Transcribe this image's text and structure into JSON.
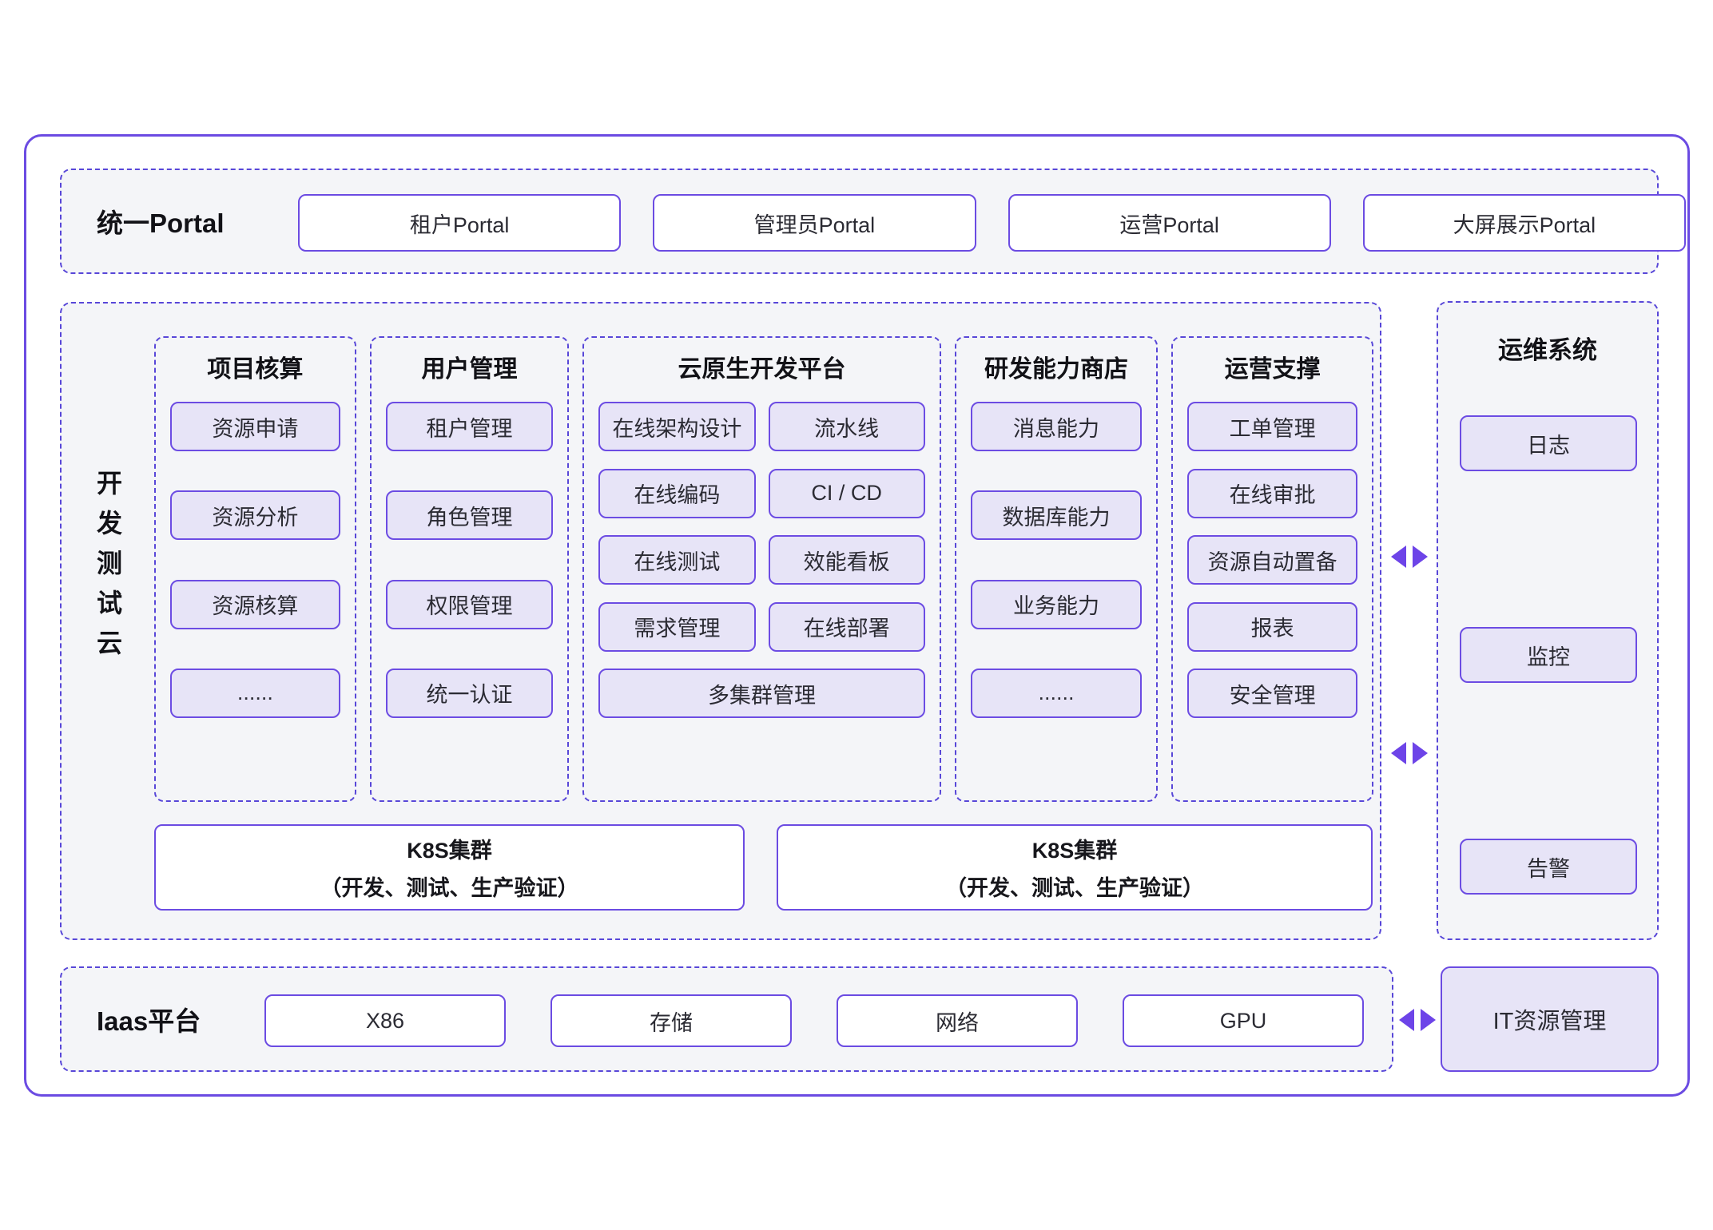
{
  "colors": {
    "accent_purple": "#6B4BE2",
    "dashed_border": "#5847D8",
    "item_fill": "#E7E4F7",
    "section_bg": "#F4F5F8",
    "arrow": "#6D44E8",
    "title_text": "#121217",
    "item_text": "#2B2B33"
  },
  "icons": {
    "bidirectional_arrow": "◀▶"
  },
  "portal": {
    "label": "统一Portal",
    "items": [
      "租户Portal",
      "管理员Portal",
      "运营Portal",
      "大屏展示Portal"
    ]
  },
  "dev_cloud": {
    "vertical_label": "开发测试云",
    "columns": [
      {
        "title": "项目核算",
        "items": [
          "资源申请",
          "资源分析",
          "资源核算",
          "......"
        ]
      },
      {
        "title": "用户管理",
        "items": [
          "租户管理",
          "角色管理",
          "权限管理",
          "统一认证"
        ]
      },
      {
        "title": "云原生开发平台",
        "items": [
          "在线架构设计",
          "流水线",
          "在线编码",
          "CI / CD",
          "在线测试",
          "效能看板",
          "需求管理",
          "在线部署",
          "多集群管理"
        ]
      },
      {
        "title": "研发能力商店",
        "items": [
          "消息能力",
          "数据库能力",
          "业务能力",
          "......"
        ]
      },
      {
        "title": "运营支撑",
        "items": [
          "工单管理",
          "在线审批",
          "资源自动置备",
          "报表",
          "安全管理"
        ]
      }
    ],
    "k8s_boxes": [
      {
        "line1": "K8S集群",
        "line2": "（开发、测试、生产验证）"
      },
      {
        "line1": "K8S集群",
        "line2": "（开发、测试、生产验证）"
      }
    ]
  },
  "ops": {
    "title": "运维系统",
    "items": [
      "日志",
      "监控",
      "告警"
    ]
  },
  "iaas": {
    "label": "Iaas平台",
    "items": [
      "X86",
      "存储",
      "网络",
      "GPU"
    ]
  },
  "it_resource": {
    "label": "IT资源管理"
  }
}
